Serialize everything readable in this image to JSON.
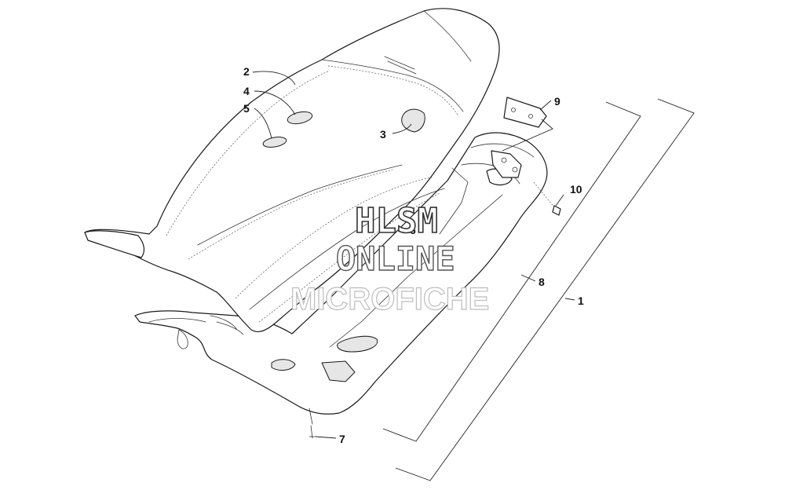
{
  "callouts": [
    {
      "id": "1",
      "label": "1"
    },
    {
      "id": "2",
      "label": "2"
    },
    {
      "id": "3",
      "label": "3"
    },
    {
      "id": "4",
      "label": "4"
    },
    {
      "id": "5",
      "label": "5"
    },
    {
      "id": "6",
      "label": "6"
    },
    {
      "id": "7",
      "label": "7"
    },
    {
      "id": "8",
      "label": "8"
    },
    {
      "id": "9",
      "label": "9"
    },
    {
      "id": "10",
      "label": "10"
    }
  ],
  "watermark": {
    "line1": "HLSM",
    "line2": "ONLINE",
    "line3": "MICROFICHE"
  },
  "colors": {
    "line": "#1a1a1a",
    "background": "#ffffff",
    "watermark_faint": "#bdbdbd"
  }
}
